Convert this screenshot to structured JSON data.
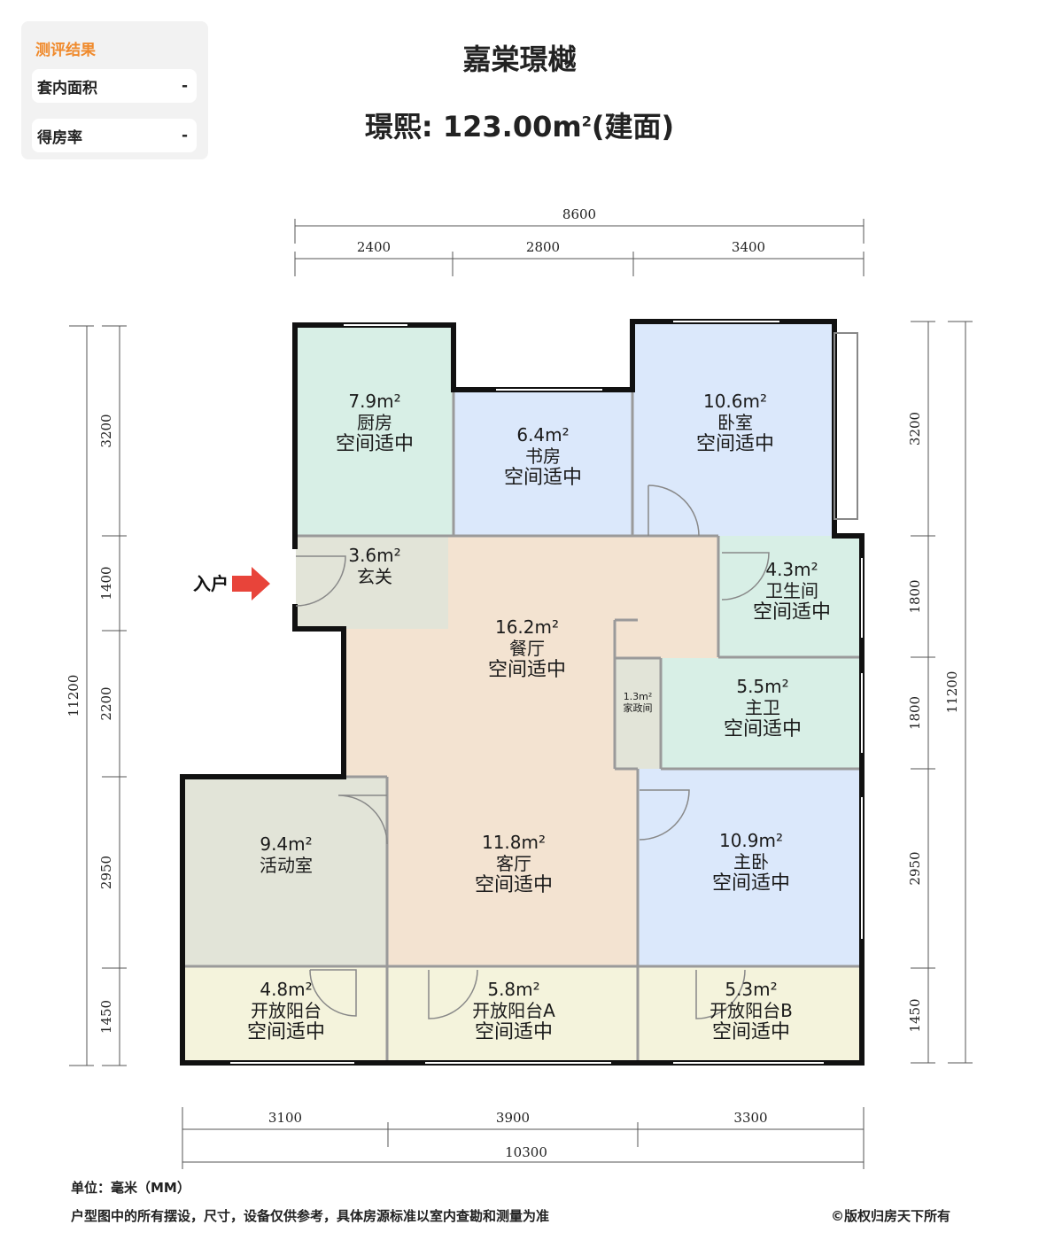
{
  "result_panel": {
    "title": "测评结果",
    "rows": [
      {
        "label": "套内面积",
        "value": "-"
      },
      {
        "label": "得房率",
        "value": "-"
      }
    ]
  },
  "header": {
    "project_name": "嘉棠璟樾",
    "unit_name": "璟熙",
    "area_value": "123.00m",
    "area_sup": "2",
    "area_note": "(建面)"
  },
  "entrance": {
    "label": "入户"
  },
  "rooms": [
    {
      "id": "kitchen",
      "area": "7.9m²",
      "name": "厨房",
      "rating": "空间适中",
      "fill": "#d8efe6"
    },
    {
      "id": "study",
      "area": "6.4m²",
      "name": "书房",
      "rating": "空间适中",
      "fill": "#dbe8fb"
    },
    {
      "id": "bedroom",
      "area": "10.6m²",
      "name": "卧室",
      "rating": "空间适中",
      "fill": "#dbe8fb"
    },
    {
      "id": "foyer",
      "area": "3.6m²",
      "name": "玄关",
      "rating": "",
      "fill": "#e2e4d8"
    },
    {
      "id": "bathroom",
      "area": "4.3m²",
      "name": "卫生间",
      "rating": "空间适中",
      "fill": "#d8efe6"
    },
    {
      "id": "dining",
      "area": "16.2m²",
      "name": "餐厅",
      "rating": "空间适中",
      "fill": "#f3e3d1"
    },
    {
      "id": "housekeeping",
      "area": "1.3m²",
      "name": "家政间",
      "rating": "",
      "fill": "#e2e4d8"
    },
    {
      "id": "master_bath",
      "area": "5.5m²",
      "name": "主卫",
      "rating": "空间适中",
      "fill": "#d8efe6"
    },
    {
      "id": "activity",
      "area": "9.4m²",
      "name": "活动室",
      "rating": "",
      "fill": "#e2e4d8"
    },
    {
      "id": "living",
      "area": "11.8m²",
      "name": "客厅",
      "rating": "空间适中",
      "fill": "#f3e3d1"
    },
    {
      "id": "master_bed",
      "area": "10.9m²",
      "name": "主卧",
      "rating": "空间适中",
      "fill": "#dbe8fb"
    },
    {
      "id": "balcony",
      "area": "4.8m²",
      "name": "开放阳台",
      "rating": "空间适中",
      "fill": "#f4f3dc"
    },
    {
      "id": "balcony_a",
      "area": "5.8m²",
      "name": "开放阳台A",
      "rating": "空间适中",
      "fill": "#f4f3dc"
    },
    {
      "id": "balcony_b",
      "area": "5.3m²",
      "name": "开放阳台B",
      "rating": "空间适中",
      "fill": "#f4f3dc"
    }
  ],
  "dimensions": {
    "top_total": "8600",
    "top_parts": [
      "2400",
      "2800",
      "3400"
    ],
    "bottom_total": "10300",
    "bottom_parts": [
      "3100",
      "3900",
      "3300"
    ],
    "left_total": "11200",
    "left_parts": [
      "3200",
      "1400",
      "2200",
      "2950",
      "1450"
    ],
    "right_total": "11200",
    "right_parts": [
      "3200",
      "1800",
      "1800",
      "2950",
      "1450"
    ]
  },
  "footer": {
    "unit_note": "单位：毫米（MM）",
    "disclaimer": "户型图中的所有摆设，尺寸，设备仅供参考，具体房源标准以室内查勘和测量为准",
    "copyright": "©版权归房天下所有"
  }
}
